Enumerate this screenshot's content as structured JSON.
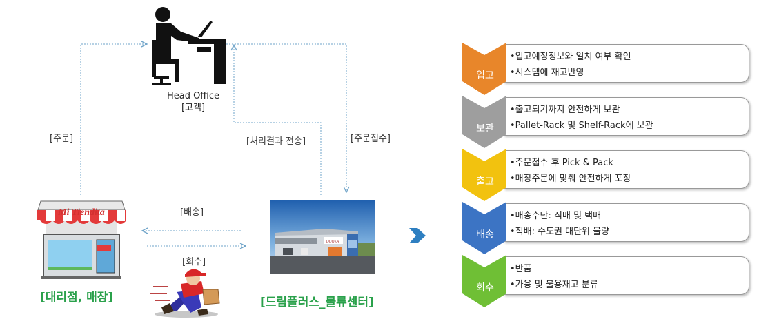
{
  "flow": {
    "head_office": {
      "name": "Head Office",
      "sub": "[고객]"
    },
    "labels": {
      "order": "[주문]",
      "result": "[처리결과 전송]",
      "receive": "[주문접수]",
      "delivery": "[배송]",
      "return": "[회수]"
    },
    "store": {
      "sign": "Mi Tiendita",
      "title": "[대리점, 매장]"
    },
    "center": {
      "title": "[드림플러스_물류센터]",
      "building_sign": "DOOKA"
    }
  },
  "steps": [
    {
      "label": "입고",
      "color": "#e8862a",
      "lines": [
        "입고예정정보와 일치 여부 확인",
        "시스템에 재고반영"
      ]
    },
    {
      "label": "보관",
      "color": "#9e9e9e",
      "lines": [
        "출고되기까지 안전하게 보관",
        "Pallet-Rack 및 Shelf-Rack에 보관"
      ]
    },
    {
      "label": "출고",
      "color": "#f2c20f",
      "lines": [
        "주문접수 후  Pick & Pack",
        "매장주문에 맞춰 안전하게 포장"
      ]
    },
    {
      "label": "배송",
      "color": "#3c74c4",
      "lines": [
        "배송수단: 직배 및 택배",
        "직배: 수도권 대단위 물량"
      ]
    },
    {
      "label": "회수",
      "color": "#6fbf35",
      "lines": [
        "반품",
        "가용 및 불용재고 분류"
      ]
    }
  ],
  "colors": {
    "accent_green": "#2aa14b",
    "arrow_blue": "#6ea3c8"
  }
}
